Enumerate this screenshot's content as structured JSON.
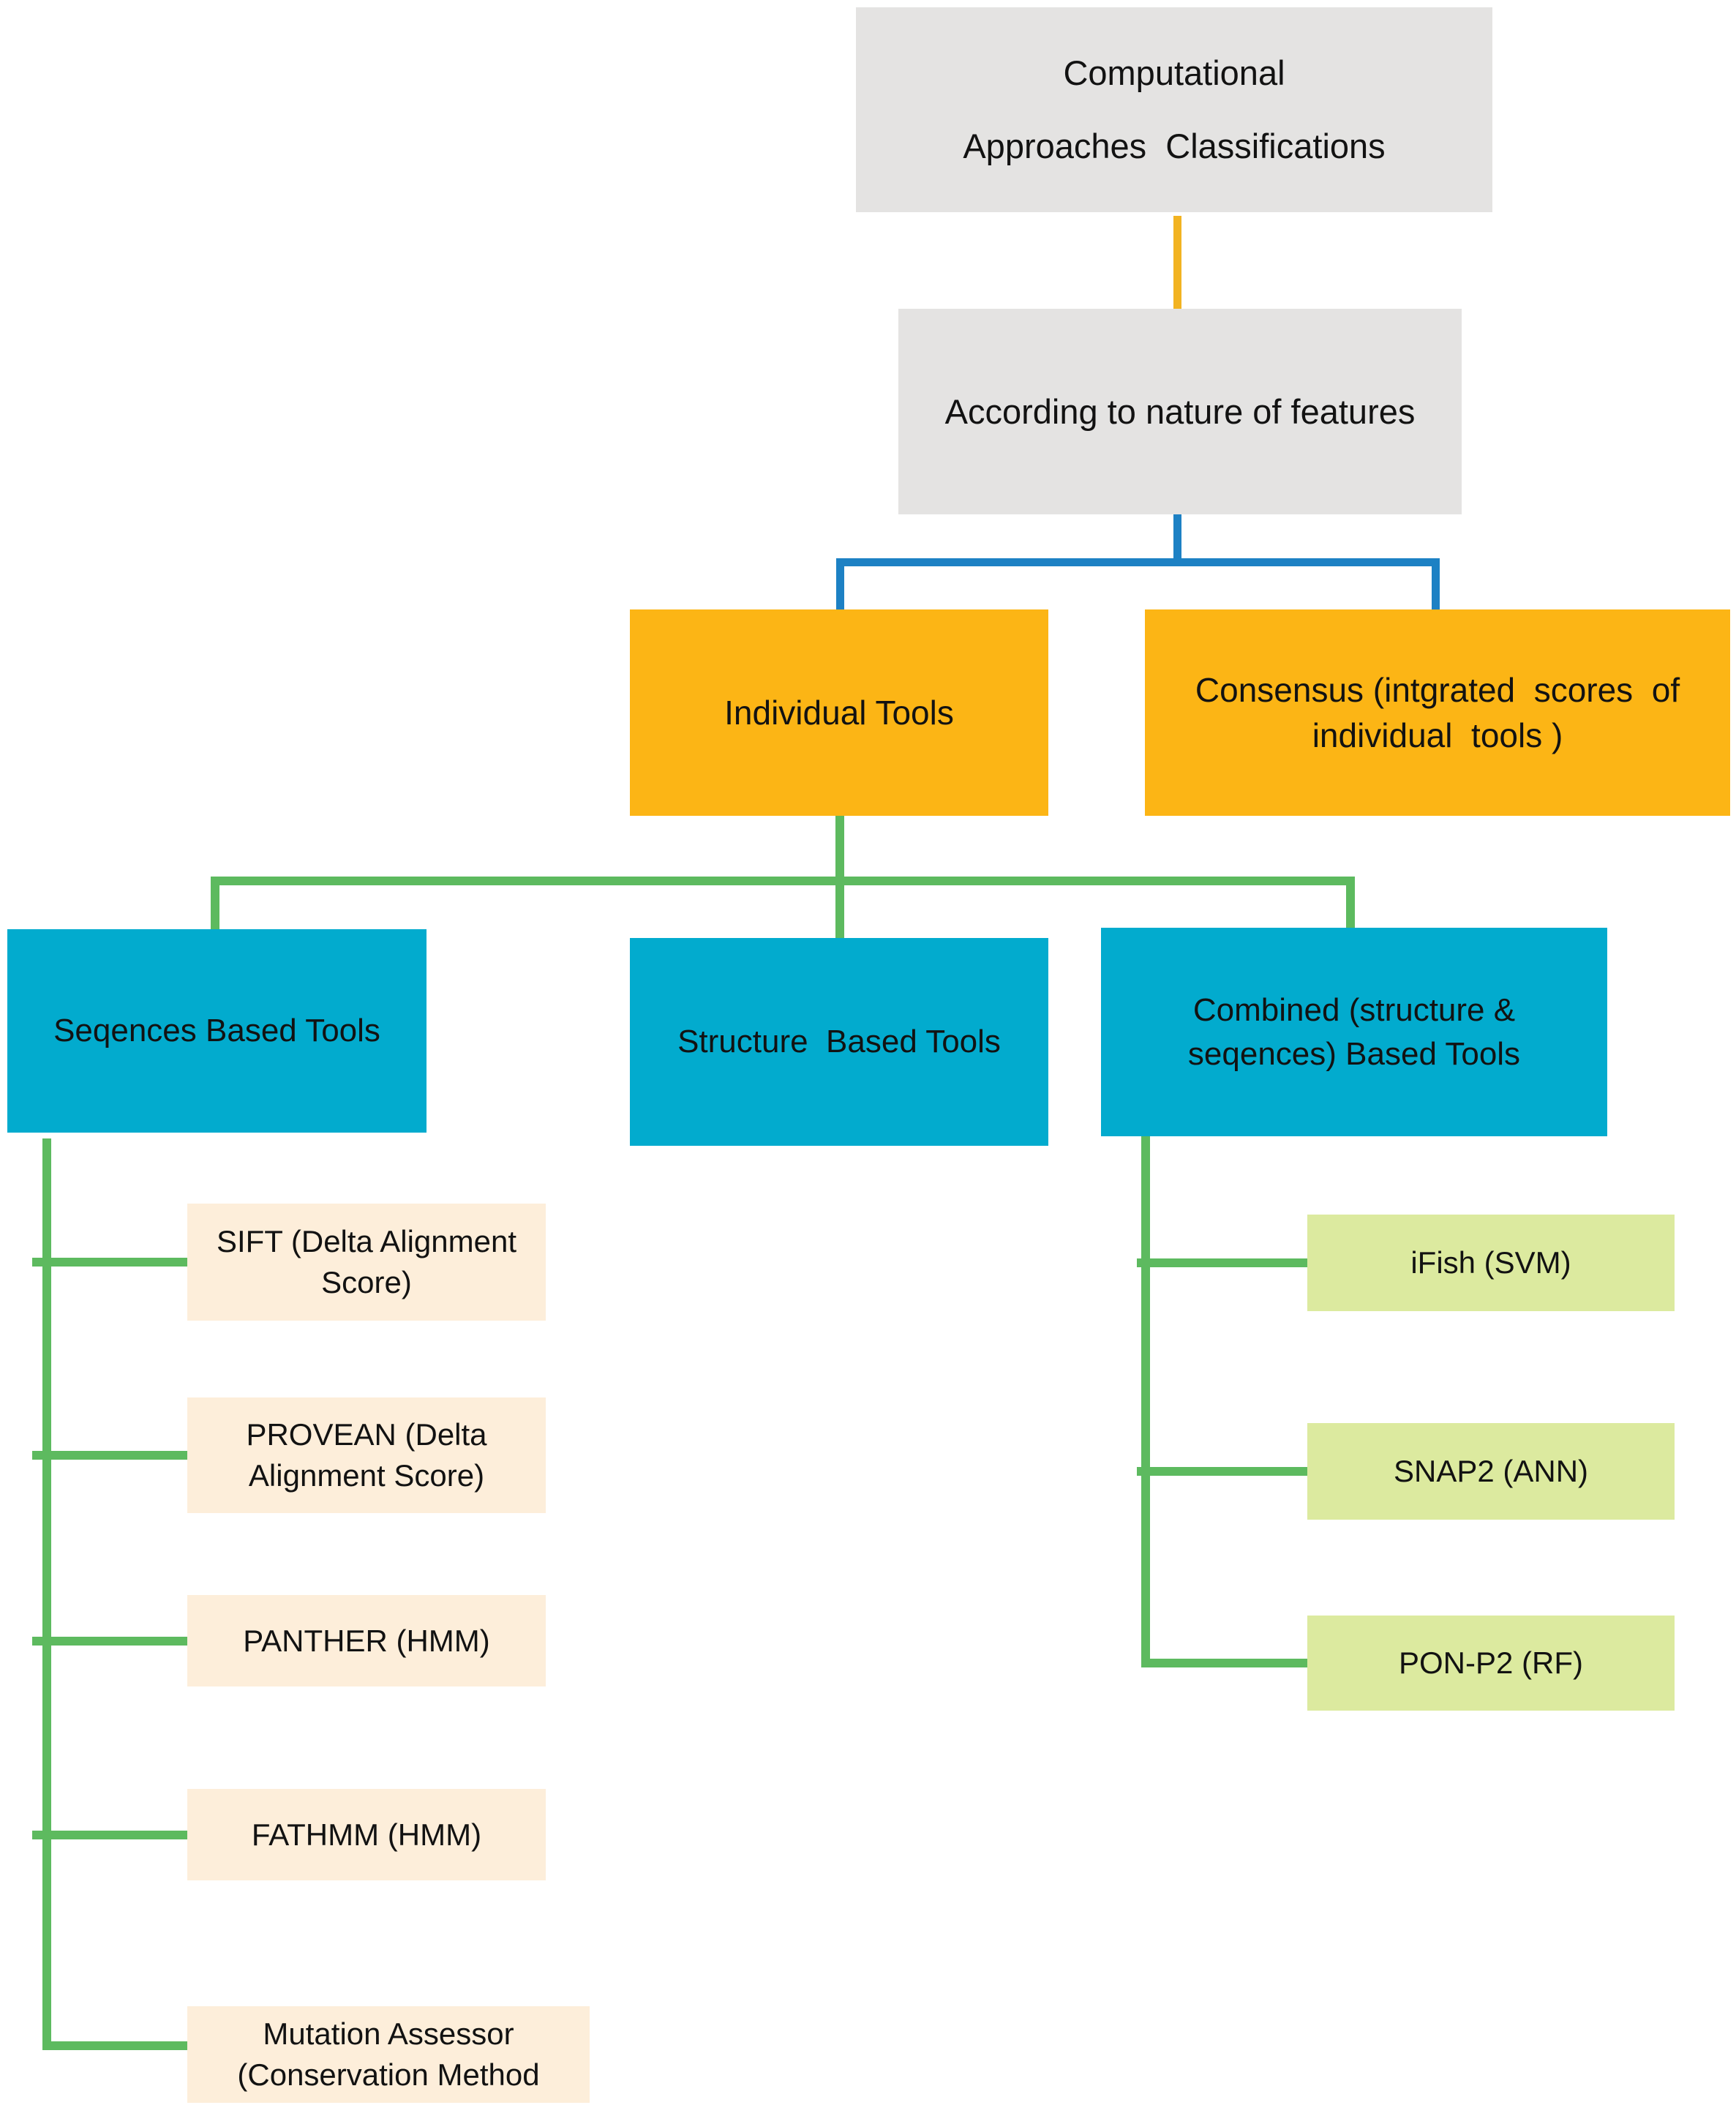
{
  "colors": {
    "gray": "#e4e3e2",
    "amber": "#f2b321",
    "blue": "#1d81c4",
    "orange": "#fcb515",
    "green": "#5dba5f",
    "cyan": "#02abce",
    "cream": "#fdeeda",
    "leafgreen": "#dcea9f",
    "text": "#121212"
  },
  "nodes": {
    "root": {
      "line1": "Computational",
      "line2": "Approaches  Classifications"
    },
    "nature": {
      "label": "According to nature of features"
    },
    "individual": {
      "label": "Individual Tools"
    },
    "consensus": {
      "line1": "Consensus (intgrated  scores  of",
      "line2": "individual  tools )"
    },
    "sequence": {
      "label": "Seqences Based Tools"
    },
    "structure": {
      "label": "Structure  Based Tools"
    },
    "combined": {
      "label": "Combined (structure & seqences) Based Tools"
    },
    "sequence_children": [
      {
        "label": "SIFT (Delta Alignment Score)"
      },
      {
        "label": "PROVEAN (Delta Alignment Score)"
      },
      {
        "label": "PANTHER (HMM)"
      },
      {
        "label": "FATHMM (HMM)"
      },
      {
        "label": "Mutation Assessor (Conservation Method"
      }
    ],
    "combined_children": [
      {
        "label": "iFish (SVM)"
      },
      {
        "label": "SNAP2 (ANN)"
      },
      {
        "label": "PON-P2 (RF)"
      }
    ]
  }
}
